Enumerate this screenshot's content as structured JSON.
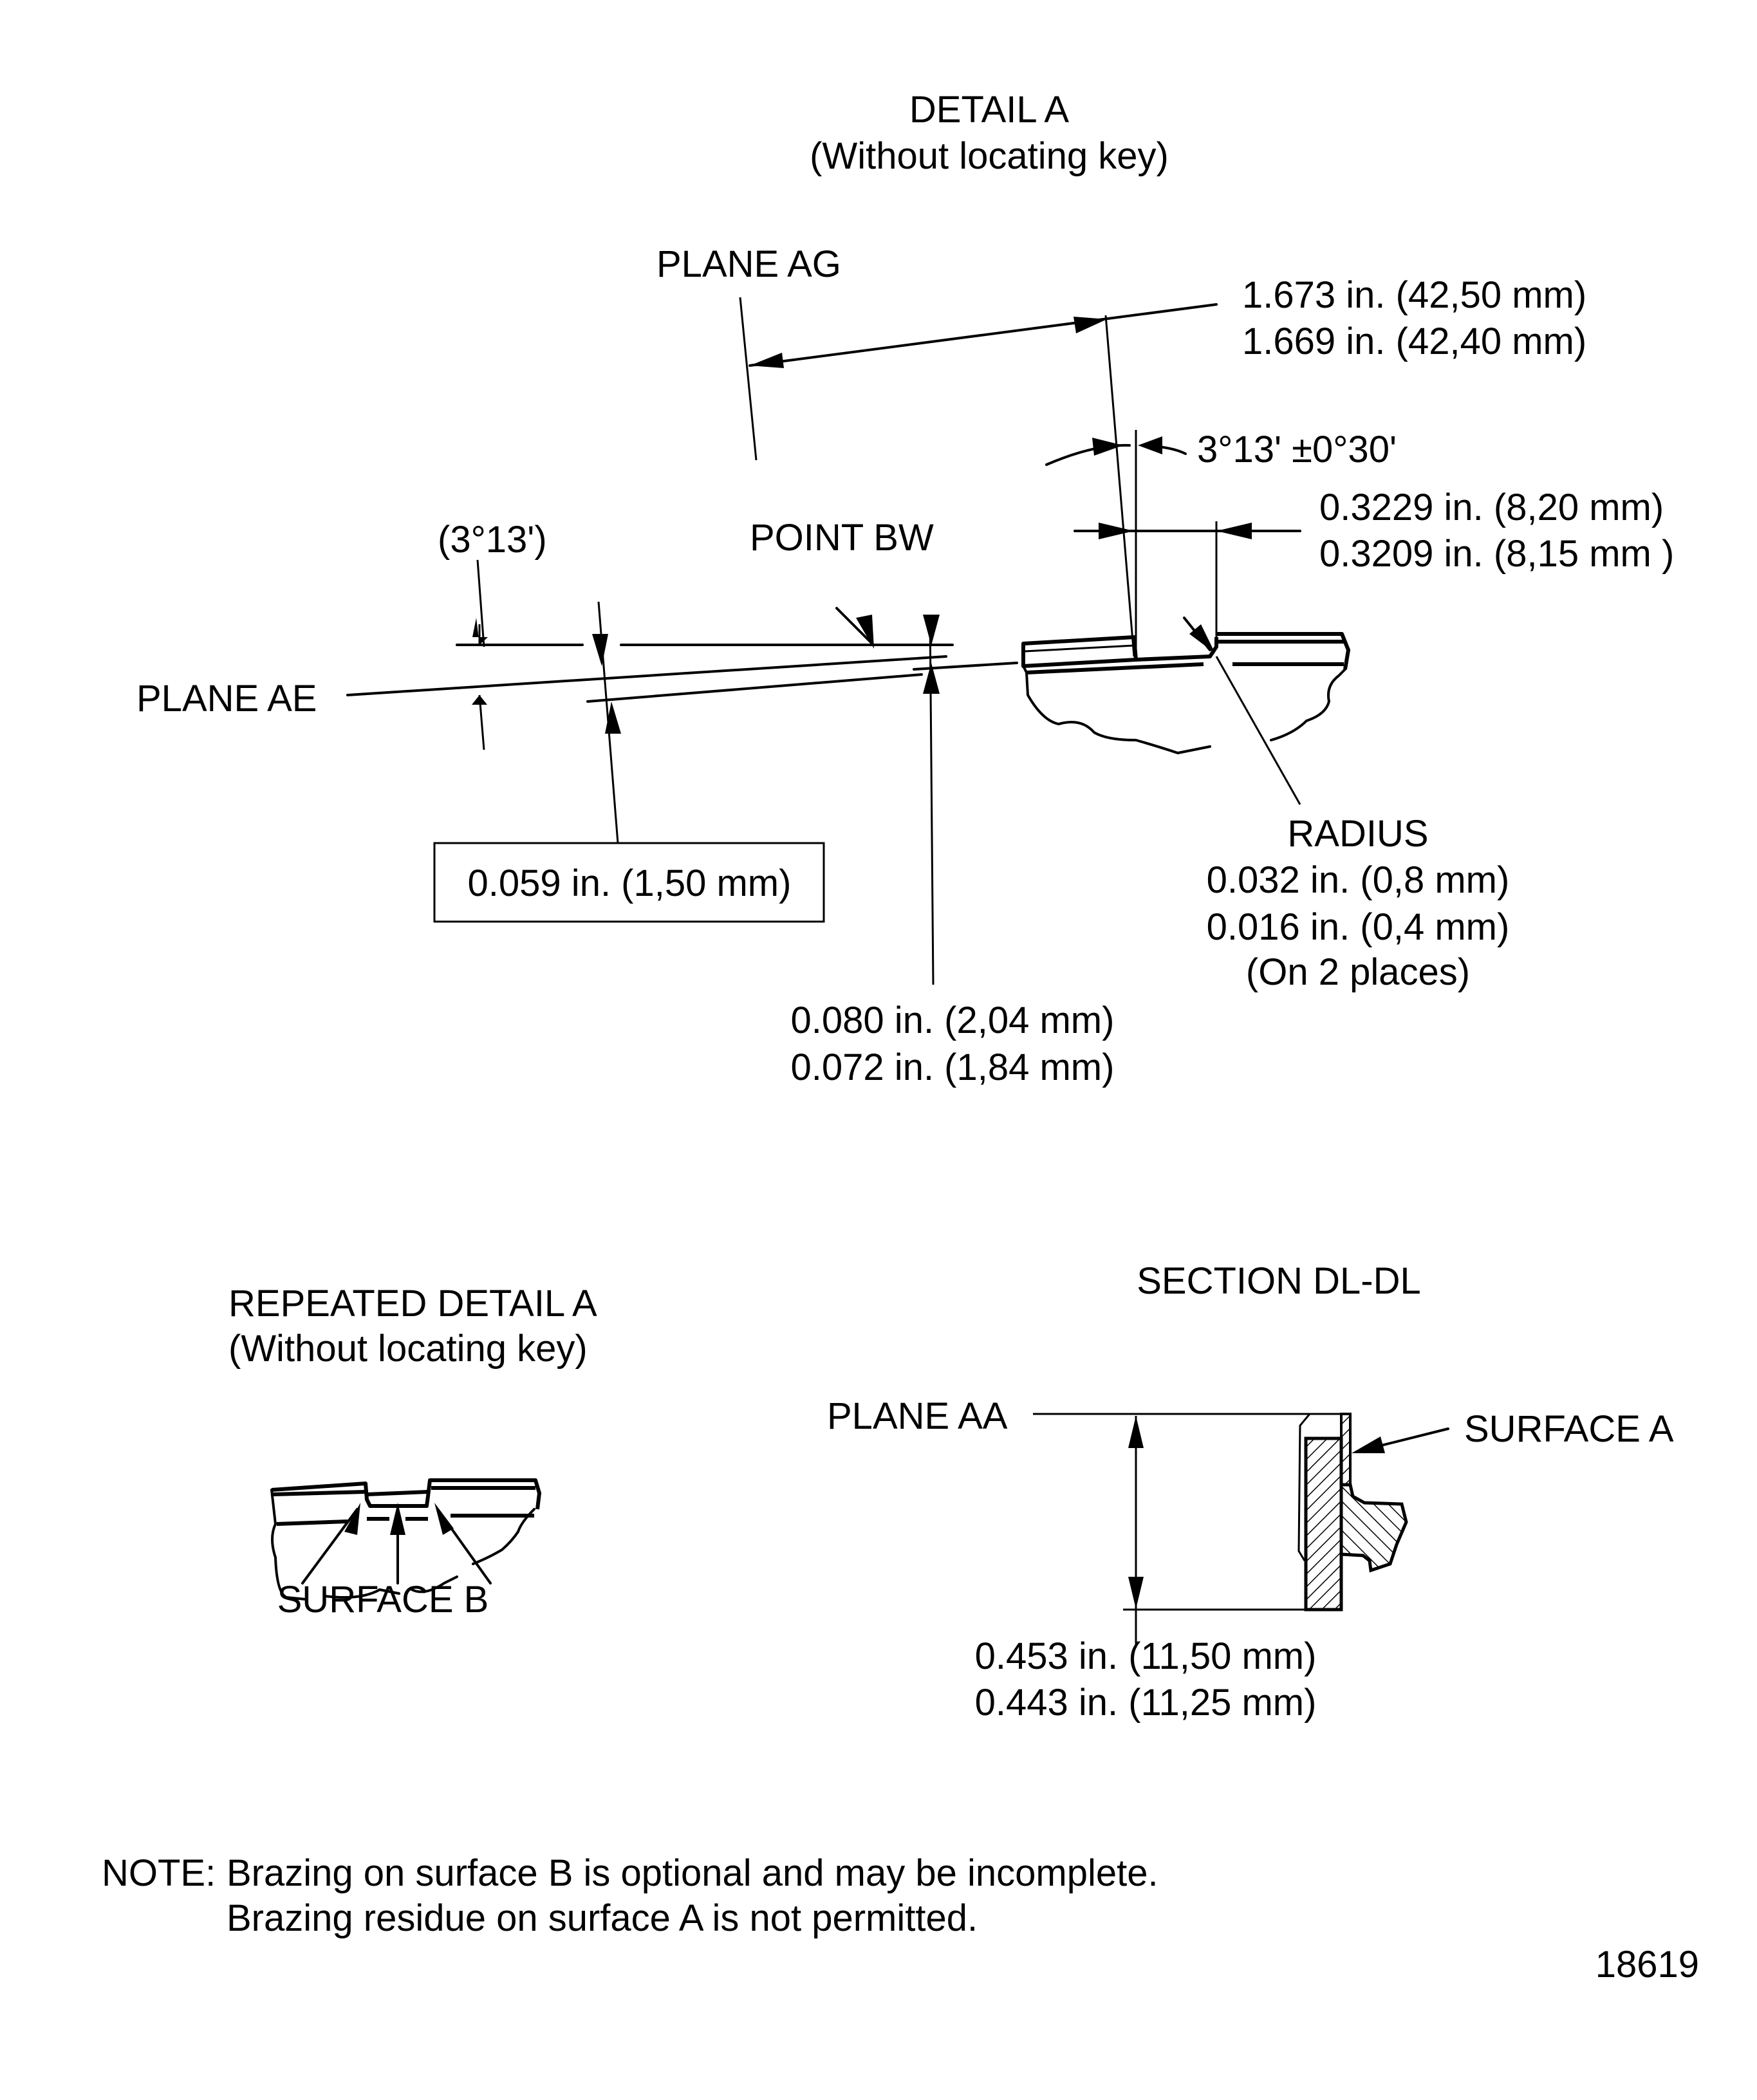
{
  "detail_a": {
    "title": "DETAIL A",
    "subtitle": "(Without locating key)",
    "plane_ag": "PLANE AG",
    "plane_ae": "PLANE AE",
    "point_bw": "POINT BW",
    "ref_angle": "(3°13')",
    "angle_tol": "3°13' ±0°30'",
    "dim_length": [
      "1.673 in. (42,50 mm)",
      "1.669 in. (42,40 mm)"
    ],
    "dim_width": [
      "0.3229 in. (8,20 mm)",
      "0.3209 in. (8,15 mm )"
    ],
    "boxed_dim": "0.059 in. (1,50 mm)",
    "dim_depth": [
      "0.080 in. (2,04 mm)",
      "0.072 in. (1,84 mm)"
    ],
    "radius": {
      "label": "RADIUS",
      "values": [
        "0.032 in. (0,8 mm)",
        "0.016 in.  (0,4 mm)"
      ],
      "note": "(On 2 places)"
    }
  },
  "repeated_detail_a": {
    "title": "REPEATED DETAIL A",
    "subtitle": "(Without locating key)",
    "surface_label": "SURFACE B"
  },
  "section_dl": {
    "title": "SECTION DL-DL",
    "plane_aa": "PLANE AA",
    "surface_label": "SURFACE A",
    "dim_height": [
      "0.453 in. (11,50 mm)",
      "0.443 in. (11,25 mm)"
    ]
  },
  "note": {
    "prefix": "NOTE:",
    "lines": [
      "Brazing on surface B is optional and may be incomplete.",
      "Brazing residue on surface A is not permitted."
    ]
  },
  "figure_number": "18619"
}
